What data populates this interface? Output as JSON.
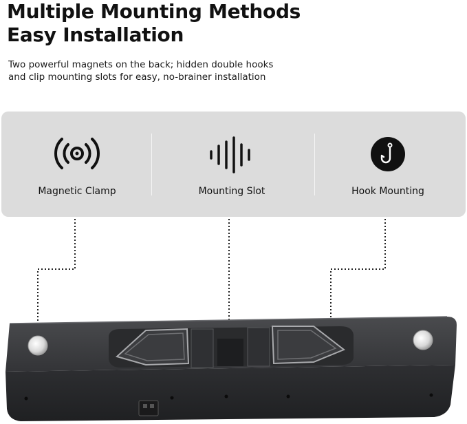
{
  "header": {
    "title_line1": "Multiple Mounting Methods",
    "title_line2": "Easy Installation",
    "subtitle_line1": "Two powerful magnets on the back; hidden double hooks",
    "subtitle_line2": "and clip mounting slots for easy, no-brainer installation"
  },
  "features": [
    {
      "label": "Magnetic Clamp",
      "icon": "magnetic-waves-icon"
    },
    {
      "label": "Mounting Slot",
      "icon": "sound-bars-icon"
    },
    {
      "label": "Hook Mounting",
      "icon": "hook-icon"
    }
  ],
  "colors": {
    "panel": "#dcdcdc",
    "device_body": "#3a3b3d",
    "icon_dark": "#111111"
  }
}
